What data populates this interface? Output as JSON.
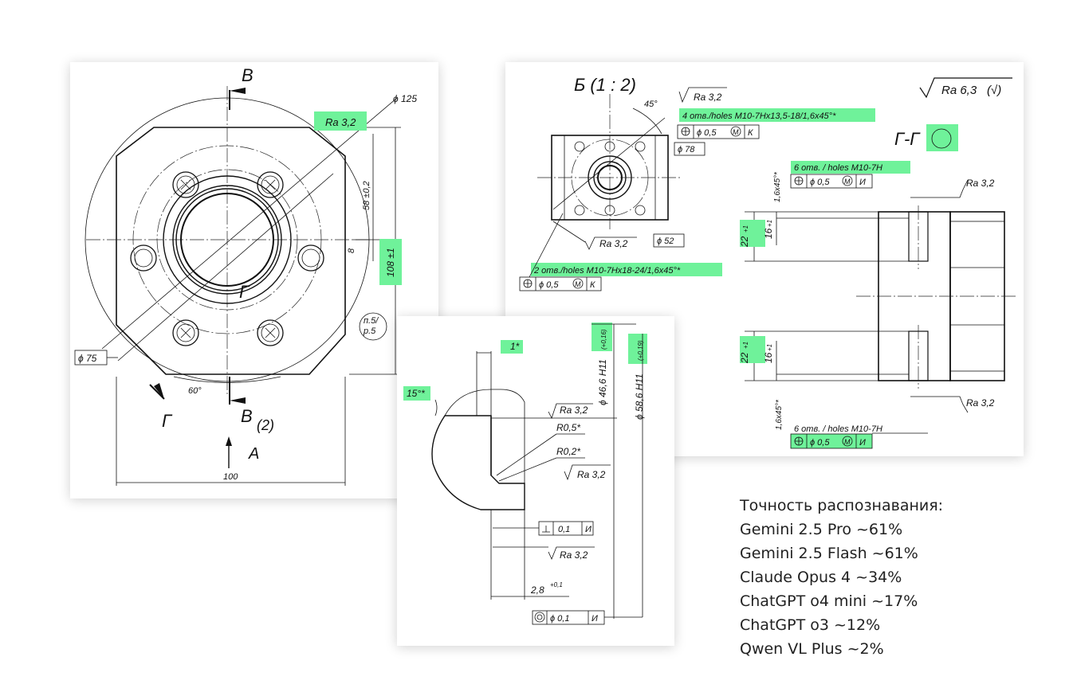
{
  "left_view": {
    "section_B_top": "В",
    "phi125": "ϕ 125",
    "ra32": "Ra 3,2",
    "dim_58": "58 ±0,2",
    "dim_8": "8",
    "dim_108": "108 ±1",
    "G": "Г",
    "p5": "п.5/",
    "r5": "р.5",
    "phi75": "ϕ 75",
    "deg60": "60°",
    "section_G": "Г",
    "B2": "В",
    "B2_scale": "(2)",
    "A": "А",
    "dim_100": "100"
  },
  "view_B": {
    "title": "Б (1 : 2)",
    "angle45": "45°",
    "ra32": "Ra 3,2",
    "holes4": "4 отв./holes M10-7Hx13,5-18/1,6x45°*",
    "tol_pos": "ϕ 0,5",
    "tol_M": "M",
    "tol_K": "К",
    "phi78": "ϕ 78",
    "ra32b": "Ra 3,2",
    "phi52": "ϕ 52",
    "holes2": "2 отв./holes M10-7Hx18-24/1,6x45°*",
    "tol2_pos": "ϕ 0,5",
    "tol2_M": "M",
    "tol2_K": "К"
  },
  "section_GG": {
    "roughness_general": "Ra 6,3",
    "roughness_paren": "(√)",
    "title": "Г-Г",
    "holes6_top": "6 отв. / holes M10-7H",
    "tol_top_pos": "ϕ 0,5",
    "tol_top_M": "M",
    "tol_top_I": "И",
    "chamfer_top": "1,6x45°*",
    "ra32_top": "Ra 3,2",
    "dim22_top": "22",
    "dim22_top_tol": "+1",
    "dim16_top": "16",
    "dim16_top_tol": "+1",
    "dim22_bot": "22",
    "dim22_bot_tol": "+1",
    "dim16_bot": "16",
    "dim16_bot_tol": "+1",
    "chamfer_bot": "1,6x45°*",
    "ra32_bot": "Ra 3,2",
    "holes6_bot": "6 отв. / holes M10-7H",
    "tol_bot_pos": "ϕ 0,5",
    "tol_bot_M": "M",
    "tol_bot_I": "И"
  },
  "detail_view": {
    "dim_1": "1*",
    "phi466": "ϕ 46,6 H11",
    "phi466_tol": "(+0,16)",
    "phi586": "ϕ 58,6 H11",
    "phi586_tol": "(+0,19)",
    "angle15": "15°*",
    "ra32": "Ra 3,2",
    "r05": "R0,5*",
    "r02": "R0,2*",
    "ra32b": "Ra 3,2",
    "perp_val": "0,1",
    "perp_ref": "И",
    "ra32c": "Ra 3,2",
    "dim28": "2,8",
    "dim28_tol": "+0,1",
    "conc_val": "ϕ  0,1",
    "conc_ref": "И"
  },
  "stats": {
    "heading": "Точность распознавания:",
    "rows": [
      "Gemini 2.5 Pro ~61%",
      "Gemini 2.5 Flash ~61%",
      "Claude Opus 4 ~34%",
      "ChatGPT o4 mini ~17%",
      "ChatGPT o3 ~12%",
      "Qwen VL Plus ~2%"
    ]
  },
  "colors": {
    "highlight": "#6ff29a",
    "line": "#111111"
  }
}
